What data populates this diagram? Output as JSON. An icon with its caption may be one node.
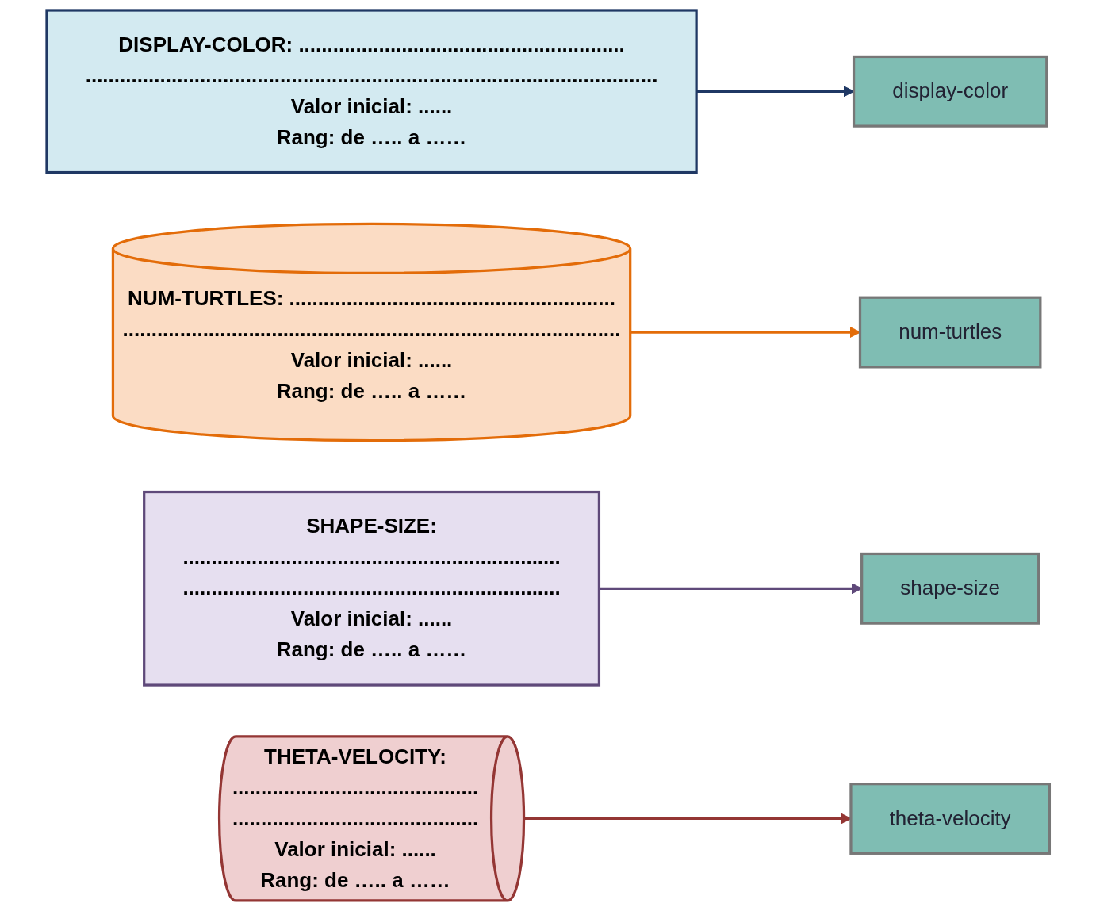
{
  "diagram": {
    "nodes": [
      {
        "text": [
          "DISPLAY-COLOR: .........................................................",
          "....................................................................................................",
          "Valor inicial: ......",
          "Rang: de ….. a ……"
        ]
      },
      {
        "text": [
          "NUM-TURTLES: .........................................................",
          ".......................................................................................",
          "Valor inicial: ......",
          "Rang: de ….. a ……"
        ]
      },
      {
        "text": [
          "display-color"
        ]
      },
      {
        "text": [
          "num-turtles"
        ]
      },
      {
        "text": [
          "shape-size"
        ]
      },
      {
        "text": [
          "SHAPE-SIZE:",
          "..................................................................",
          "..................................................................",
          "Valor inicial: ......",
          "Rang: de ….. a ……"
        ]
      },
      {
        "text": [
          "theta-velocity"
        ]
      },
      {
        "text": [
          "THETA-VELOCITY:",
          "...........................................",
          "...........................................",
          "Valor inicial: ......",
          "Rang: de ….. a ……"
        ]
      }
    ],
    "edges": [
      {
        "from": 0,
        "to": 2,
        "arrow": "to",
        "color": "#1f3864"
      },
      {
        "from": 1,
        "to": 3,
        "arrow": "to",
        "color": "#e36c09"
      },
      {
        "from": 5,
        "to": 4,
        "arrow": "to",
        "color": "#5f497a"
      },
      {
        "from": 7,
        "to": 6,
        "arrow": "to",
        "color": "#943634"
      }
    ]
  }
}
